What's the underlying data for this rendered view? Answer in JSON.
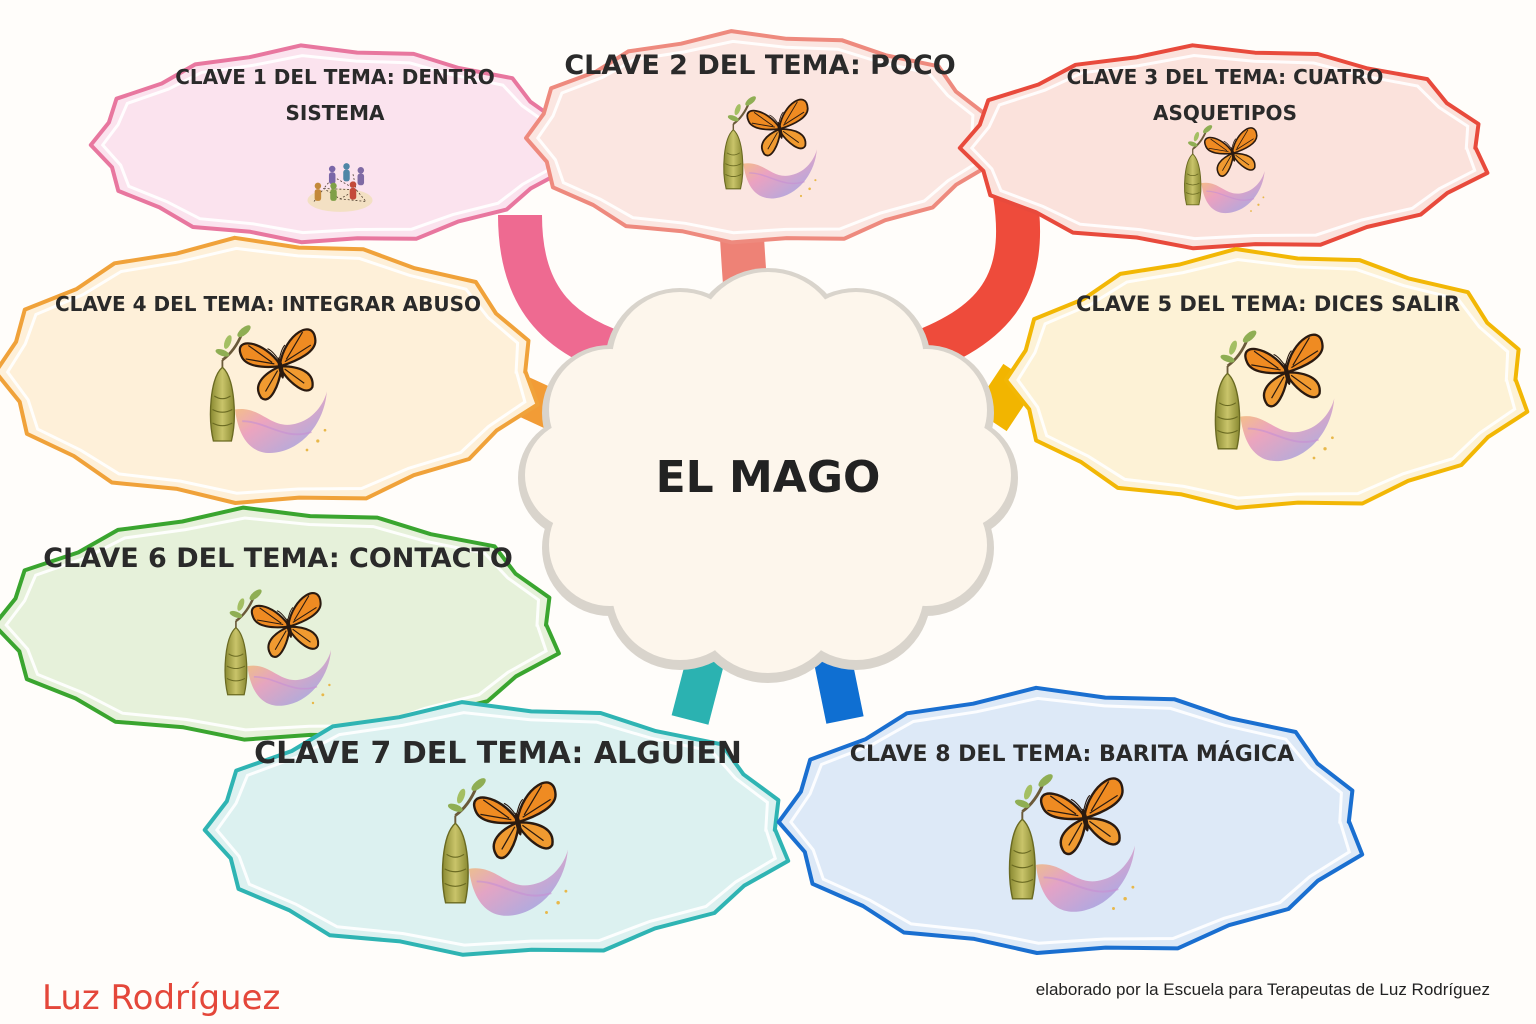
{
  "center": {
    "title": "EL MAGO"
  },
  "nodes": [
    {
      "id": "clave-1",
      "lines": [
        "CLAVE 1 DEL TEMA: DENTRO",
        "SISTEMA"
      ],
      "fill": "#fbe3ee",
      "stroke": "#e8779f",
      "branch_color": "#ee6a91",
      "icon": "people-network-icon"
    },
    {
      "id": "clave-2",
      "lines": [
        "CLAVE 2 DEL TEMA: POCO"
      ],
      "fill": "#fbe6e1",
      "stroke": "#ee8a7e",
      "branch_color": "#ee8276",
      "icon": "butterfly-chrysalis-icon"
    },
    {
      "id": "clave-3",
      "lines": [
        "CLAVE 3 DEL TEMA: CUATRO",
        "ASQUETIPOS"
      ],
      "fill": "#fbe2dc",
      "stroke": "#e84a3c",
      "branch_color": "#ee4b3b",
      "icon": "butterfly-chrysalis-icon"
    },
    {
      "id": "clave-4",
      "lines": [
        "CLAVE 4 DEL TEMA: INTEGRAR ABUSO"
      ],
      "fill": "#fef0d9",
      "stroke": "#f0a23a",
      "branch_color": "#f29c36",
      "icon": "butterfly-chrysalis-icon"
    },
    {
      "id": "clave-5",
      "lines": [
        "CLAVE 5 DEL TEMA: DICES SALIR"
      ],
      "fill": "#fdf2d6",
      "stroke": "#f2b705",
      "branch_color": "#f2b500",
      "icon": "butterfly-chrysalis-icon"
    },
    {
      "id": "clave-6",
      "lines": [
        "CLAVE 6 DEL TEMA: CONTACTO"
      ],
      "fill": "#e6f1da",
      "stroke": "#3aa52f",
      "branch_color": "#36a42c",
      "icon": "butterfly-chrysalis-icon"
    },
    {
      "id": "clave-7",
      "lines": [
        "CLAVE 7 DEL TEMA: ALGUIEN"
      ],
      "fill": "#dcf1f0",
      "stroke": "#2fb4b3",
      "branch_color": "#2bb2b1",
      "icon": "butterfly-chrysalis-icon"
    },
    {
      "id": "clave-8",
      "lines": [
        "CLAVE 8 DEL TEMA: BARITA MÁGICA"
      ],
      "fill": "#dde9f7",
      "stroke": "#1a6fd0",
      "branch_color": "#0f6fd2",
      "icon": "butterfly-chrysalis-icon"
    }
  ],
  "footer": {
    "signature": "Luz Rodríguez",
    "credit": "elaborado por la Escuela para Terapeutas de Luz Rodríguez"
  }
}
